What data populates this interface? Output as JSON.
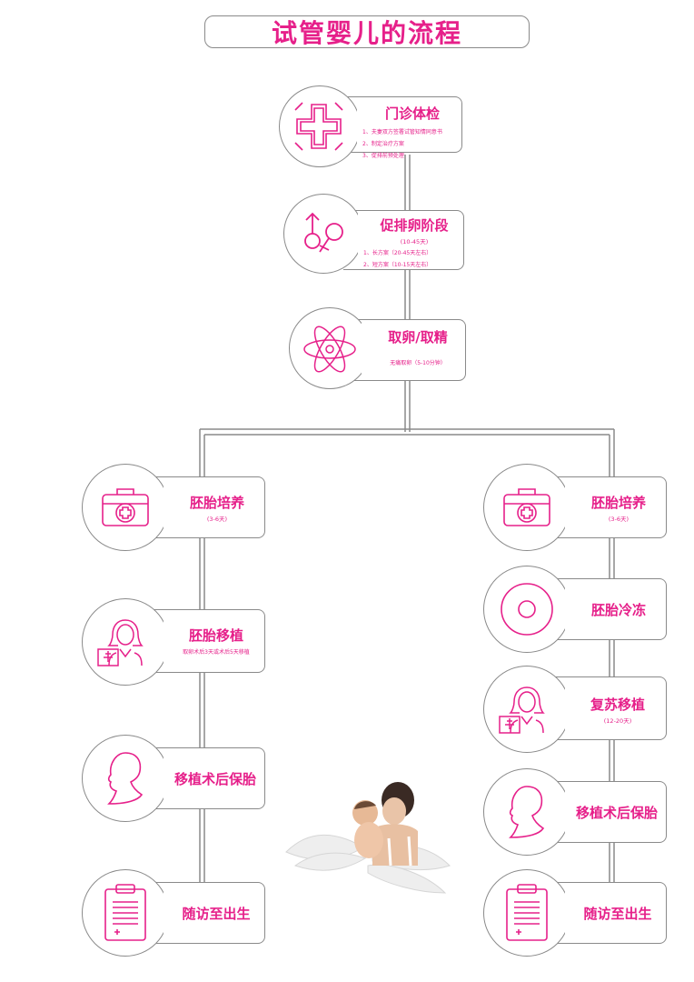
{
  "title": "试管婴儿的流程",
  "colors": {
    "accent": "#e6208a",
    "line": "#8a8a8a"
  },
  "steps": {
    "s1": {
      "title": "门诊体检",
      "items": [
        "1、夫妻双方签署试管知情同意书",
        "2、制定治疗方案",
        "3、促排前预处理"
      ],
      "icon": "hospital-cross-icon"
    },
    "s2": {
      "title": "促排卵阶段",
      "sub": "(10-45天)",
      "items": [
        "1、长方案（20-45天左右）",
        "2、短方案（10-15天左右）"
      ],
      "icon": "gender-symbols-icon"
    },
    "s3": {
      "title": "取卵/取精",
      "items": [
        "无痛取卵（5-10分钟）"
      ],
      "icon": "atom-icon"
    },
    "l1": {
      "title": "胚胎培养",
      "sub": "(3-6天)",
      "icon": "medical-kit-icon"
    },
    "l2": {
      "title": "胚胎移植",
      "items": [
        "取卵术后3天或术后5天移植"
      ],
      "icon": "nurse-icon"
    },
    "l3": {
      "title": "移植术后保胎",
      "icon": "woman-profile-icon"
    },
    "l4": {
      "title": "随访至出生",
      "icon": "clipboard-icon"
    },
    "r1": {
      "title": "胚胎培养",
      "sub": "(3-6天)",
      "icon": "medical-kit-icon"
    },
    "r2": {
      "title": "胚胎冷冻",
      "icon": "disc-icon"
    },
    "r3": {
      "title": "复苏移植",
      "sub": "(12-20天)",
      "icon": "nurse-icon"
    },
    "r4": {
      "title": "移植术后保胎",
      "icon": "woman-profile-icon"
    },
    "r5": {
      "title": "随访至出生",
      "icon": "clipboard-icon"
    }
  }
}
